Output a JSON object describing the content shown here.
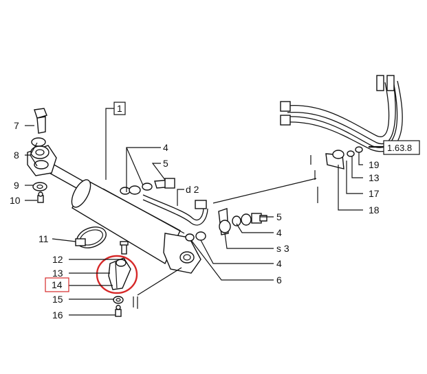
{
  "callouts": {
    "c1": "1",
    "c2": "d 2",
    "c3": "s 3",
    "c4a": "4",
    "c4b": "4",
    "c4c": "4",
    "c5a": "5",
    "c5b": "5",
    "c6": "6",
    "c7": "7",
    "c8": "8",
    "c9": "9",
    "c10": "10",
    "c11": "11",
    "c12": "12",
    "c13a": "13",
    "c13b": "13",
    "c14": "14",
    "c15": "15",
    "c16": "16",
    "c17": "17",
    "c18": "18",
    "c19": "19",
    "ref": "1.63.8"
  },
  "colors": {
    "highlight": "#d62828",
    "ink": "#111111"
  }
}
